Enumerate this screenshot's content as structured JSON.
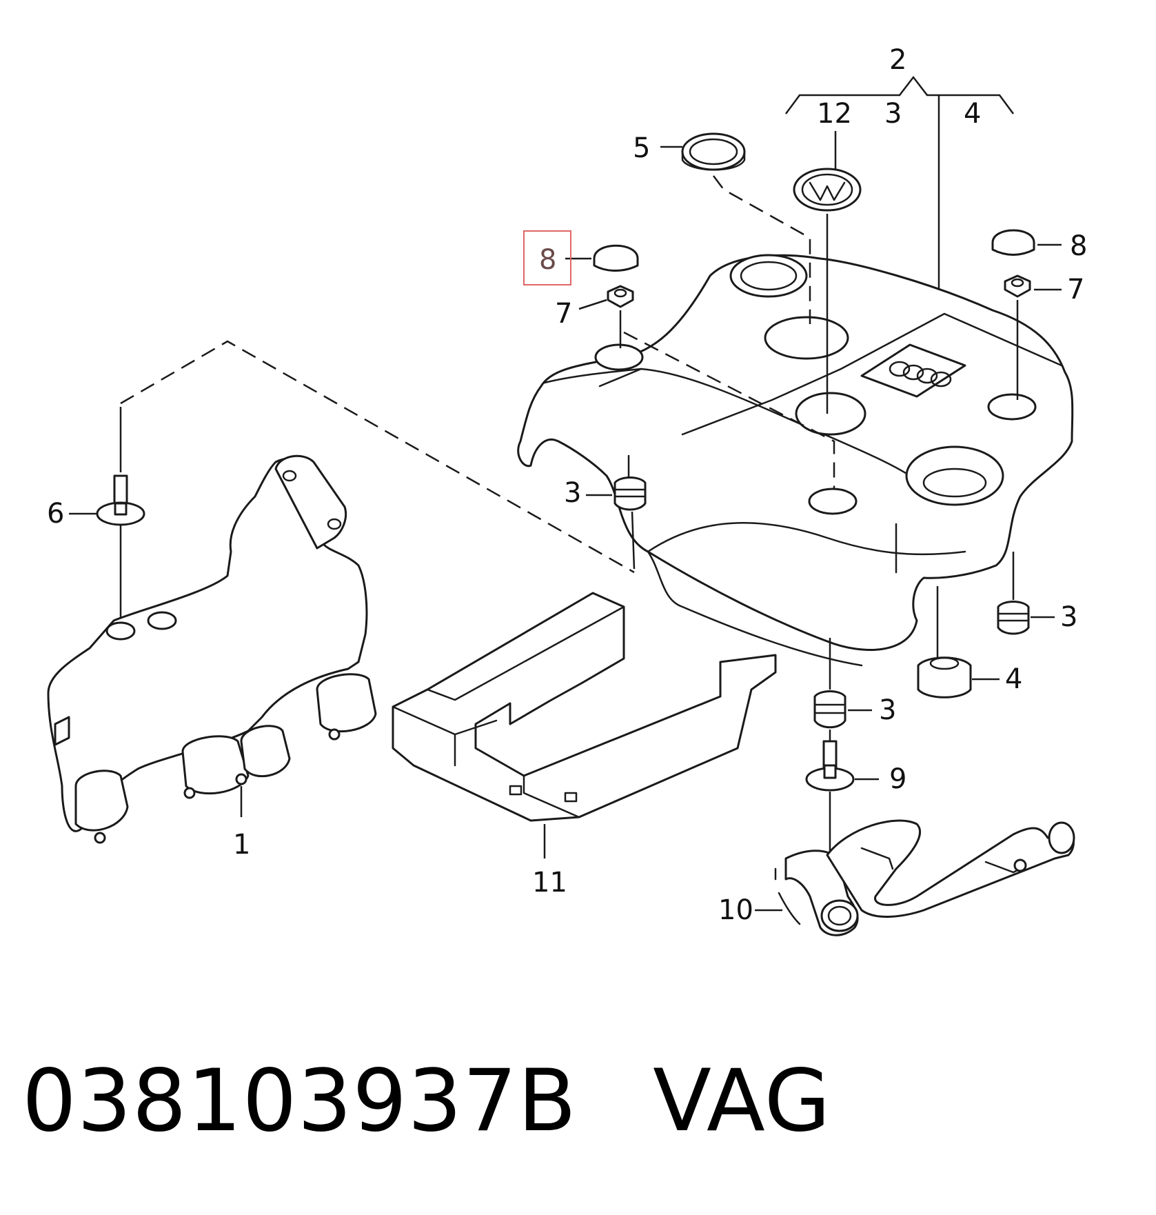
{
  "callouts": {
    "p1": "1",
    "p2": "2",
    "p3a": "3",
    "p3b": "3",
    "p3c": "3",
    "p3d": "3",
    "p4a": "4",
    "p4b": "4",
    "p5": "5",
    "p6": "6",
    "p7a": "7",
    "p7b": "7",
    "p8a": "8",
    "p8b": "8",
    "p9": "9",
    "p10": "10",
    "p11": "11",
    "p12": "12"
  },
  "highlight": {
    "callout": "8",
    "color": "#e06666"
  },
  "footer": {
    "part_number": "038103937B",
    "brand": "VAG"
  }
}
